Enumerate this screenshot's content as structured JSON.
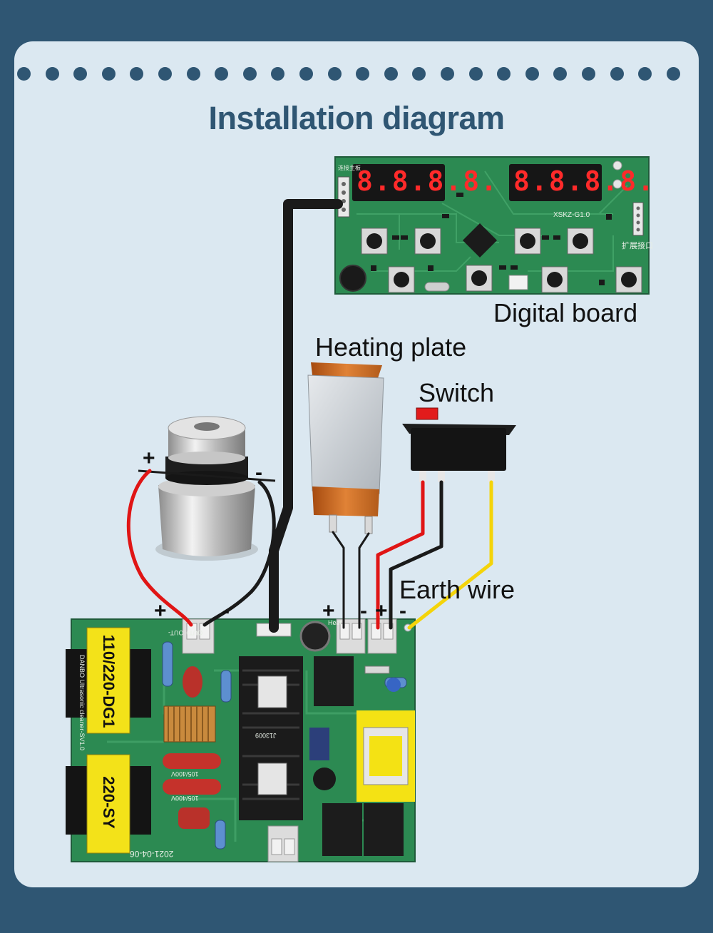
{
  "title": "Installation diagram",
  "labels": {
    "digital_board": "Digital board",
    "heating_plate": "Heating plate",
    "switch": "Switch",
    "earth_wire": "Earth wire"
  },
  "polarity": {
    "plus": "+",
    "minus": "-"
  },
  "digital_board": {
    "display_left": "8.8.8.8.",
    "display_right": "8.8.8.8.",
    "model": "XSKZ-G1.0",
    "expansion_port": "扩展接口",
    "main_board_port": "连接主板"
  },
  "driver_board": {
    "transformer_1": "110/220-DG1",
    "transformer_2": "220-SY",
    "board_name": "DANBO Ultrasonic cleaner-SV1.0",
    "date_code": "2021-04-06",
    "port_out": "OUT+   OUT-",
    "port_heat": "Heat",
    "capacitor_1": "105/400V",
    "capacitor_2": "105/400V",
    "transistor": "J13009"
  },
  "colors": {
    "background": "#2f5673",
    "card": "#dbe8f1",
    "pcb": "#2c8a52",
    "pcb_dark": "#1f5b3a",
    "wire_red": "#e01515",
    "wire_black": "#1a1a1a",
    "wire_yellow": "#f4d40a",
    "segment_red": "#ff2a2a"
  }
}
